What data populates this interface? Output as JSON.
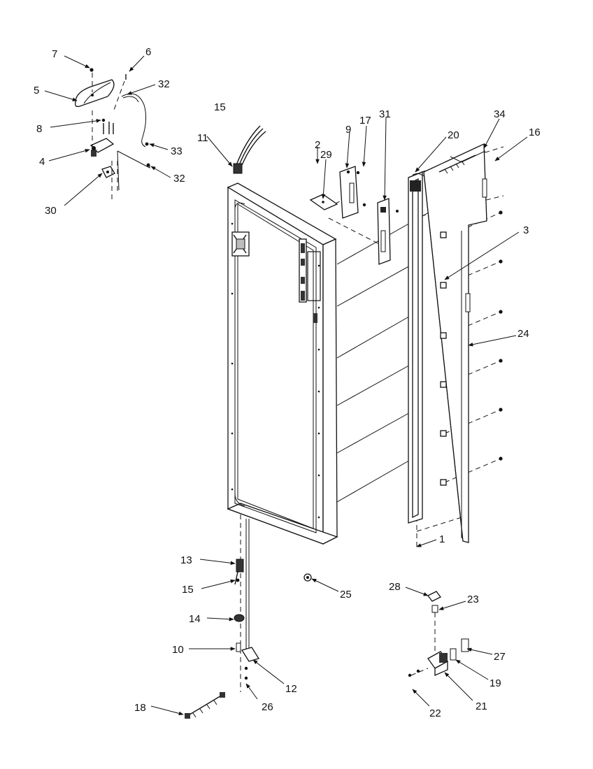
{
  "diagram": {
    "callouts": [
      {
        "id": "c7",
        "label": "7",
        "icon": "screw-icon",
        "part": "screw"
      },
      {
        "id": "c6",
        "label": "6",
        "icon": "screw-icon",
        "part": "screw"
      },
      {
        "id": "c5",
        "label": "5",
        "icon": "hinge-cover-icon",
        "part": "hinge-cover"
      },
      {
        "id": "c32a",
        "label": "32",
        "icon": "wire-icon",
        "part": "wire-harness"
      },
      {
        "id": "c8",
        "label": "8",
        "icon": "screw-icon",
        "part": "screw"
      },
      {
        "id": "c33",
        "label": "33",
        "icon": "screw-icon",
        "part": "screw"
      },
      {
        "id": "c4",
        "label": "4",
        "icon": "top-hinge-icon",
        "part": "top-hinge"
      },
      {
        "id": "c32b",
        "label": "32",
        "icon": "wire-icon",
        "part": "wire-harness"
      },
      {
        "id": "c30",
        "label": "30",
        "icon": "hinge-pin-icon",
        "part": "hinge-pin"
      },
      {
        "id": "c15a",
        "label": "15",
        "icon": "wire-icon",
        "part": "wire"
      },
      {
        "id": "c11",
        "label": "11",
        "icon": "connector-icon",
        "part": "connector"
      },
      {
        "id": "c2",
        "label": "2",
        "icon": "screw-icon",
        "part": "screw"
      },
      {
        "id": "c29",
        "label": "29",
        "icon": "plate-icon",
        "part": "plate"
      },
      {
        "id": "c9",
        "label": "9",
        "icon": "bracket-icon",
        "part": "bracket"
      },
      {
        "id": "c17",
        "label": "17",
        "icon": "screw-icon",
        "part": "screw"
      },
      {
        "id": "c31",
        "label": "31",
        "icon": "bracket-icon",
        "part": "bracket"
      },
      {
        "id": "c20",
        "label": "20",
        "icon": "trim-icon",
        "part": "trim"
      },
      {
        "id": "c34",
        "label": "34",
        "icon": "handle-icon",
        "part": "handle"
      },
      {
        "id": "c16",
        "label": "16",
        "icon": "screw-icon",
        "part": "screw"
      },
      {
        "id": "c3",
        "label": "3",
        "icon": "clip-icon",
        "part": "clip"
      },
      {
        "id": "c24",
        "label": "24",
        "icon": "handle-icon",
        "part": "handle"
      },
      {
        "id": "c1",
        "label": "1",
        "icon": "cap-icon",
        "part": "cap"
      },
      {
        "id": "c13",
        "label": "13",
        "icon": "switch-icon",
        "part": "switch"
      },
      {
        "id": "c15b",
        "label": "15",
        "icon": "wire-icon",
        "part": "wire"
      },
      {
        "id": "c25",
        "label": "25",
        "icon": "stop-icon",
        "part": "door-stop"
      },
      {
        "id": "c28",
        "label": "28",
        "icon": "bushing-icon",
        "part": "bushing"
      },
      {
        "id": "c23",
        "label": "23",
        "icon": "pin-icon",
        "part": "pin"
      },
      {
        "id": "c14",
        "label": "14",
        "icon": "bushing-icon",
        "part": "bushing"
      },
      {
        "id": "c10",
        "label": "10",
        "icon": "pin-icon",
        "part": "pin"
      },
      {
        "id": "c27",
        "label": "27",
        "icon": "shim-icon",
        "part": "shim"
      },
      {
        "id": "c19",
        "label": "19",
        "icon": "shim-icon",
        "part": "shim"
      },
      {
        "id": "c12",
        "label": "12",
        "icon": "bracket-icon",
        "part": "bracket"
      },
      {
        "id": "c21",
        "label": "21",
        "icon": "bottom-hinge-icon",
        "part": "bottom-hinge"
      },
      {
        "id": "c22",
        "label": "22",
        "icon": "screw-icon",
        "part": "screw"
      },
      {
        "id": "c26",
        "label": "26",
        "icon": "screw-icon",
        "part": "screw"
      },
      {
        "id": "c18",
        "label": "18",
        "icon": "rod-icon",
        "part": "torsion-rod"
      }
    ]
  }
}
